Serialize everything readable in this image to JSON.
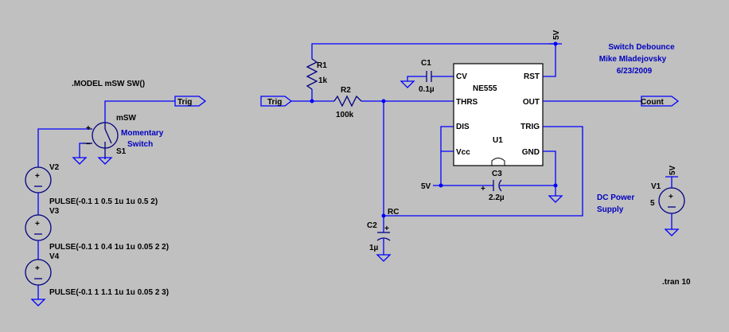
{
  "model_directive": ".MODEL mSW SW()",
  "tran_directive": ".tran 10",
  "title_note": {
    "line1": "Switch Debounce",
    "line2": "Mike Mladejovsky",
    "line3": "6/23/2009"
  },
  "switch": {
    "ref": "S1",
    "model": "mSW",
    "note_line1": "Momentary",
    "note_line2": "Switch",
    "plus": "+",
    "minus": "−"
  },
  "sources": [
    {
      "ref": "V2",
      "value": "PULSE(-0.1 1 0.5 1u 1u 0.5 2)"
    },
    {
      "ref": "V3",
      "value": "PULSE(-0.1 1 0.4 1u 1u 0.05 2 2)"
    },
    {
      "ref": "V4",
      "value": "PULSE(-0.1 1 1.1 1u 1u 0.05 2 3)"
    }
  ],
  "power": {
    "ref": "V1",
    "value": "5",
    "net": "5V",
    "note_line1": "DC Power",
    "note_line2": "Supply"
  },
  "resistors": [
    {
      "ref": "R1",
      "value": "1k"
    },
    {
      "ref": "R2",
      "value": "100k"
    }
  ],
  "capacitors": [
    {
      "ref": "C1",
      "value": "0.1µ"
    },
    {
      "ref": "C2",
      "value": "1µ",
      "plus": "+"
    },
    {
      "ref": "C3",
      "value": "2.2µ",
      "plus": "+"
    }
  ],
  "ic": {
    "ref": "U1",
    "part": "NE555",
    "pins": {
      "cv": "CV",
      "rst": "RST",
      "thrs": "THRS",
      "out": "OUT",
      "dis": "DIS",
      "trig": "TRIG",
      "vcc": "Vcc",
      "gnd": "GND"
    }
  },
  "nets": {
    "trig": "Trig",
    "count": "Count",
    "rc": "RC",
    "v5_top": "5V",
    "v5_vcc": "5V"
  }
}
